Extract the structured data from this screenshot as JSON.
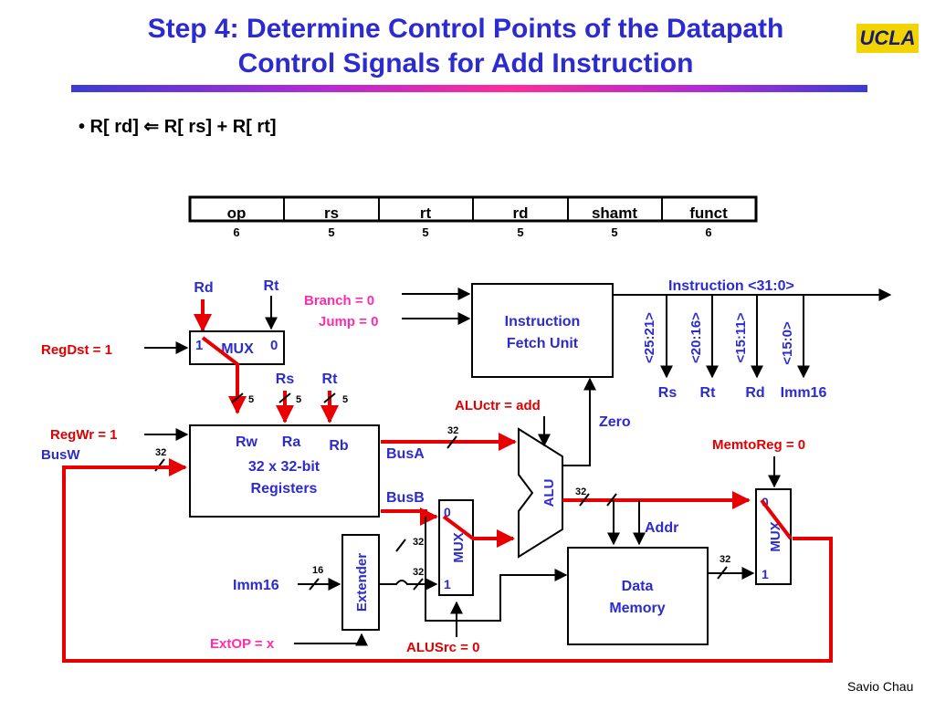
{
  "title_line1": "Step 4: Determine Control Points of the Datapath",
  "title_line2": "Control Signals for Add Instruction",
  "logo_text": "UCLA",
  "bullet": "• R[ rd] ⇐ R[ rs] + R[ rt]",
  "footer": "Savio Chau",
  "format": {
    "fields": [
      "op",
      "rs",
      "rt",
      "rd",
      "shamt",
      "funct"
    ],
    "widths": [
      "6",
      "5",
      "5",
      "5",
      "5",
      "6"
    ]
  },
  "labels": {
    "rd_top": "Rd",
    "rt_top": "Rt",
    "mux1": "MUX",
    "mux1_in1": "1",
    "mux1_in0": "0",
    "regdst": "RegDst = 1",
    "regwr": "RegWr = 1",
    "busw": "BusW",
    "rs_mid": "Rs",
    "rt_mid": "Rt",
    "five_a": "5",
    "five_b": "5",
    "five_c": "5",
    "rw": "Rw",
    "ra": "Ra",
    "rb": "Rb",
    "regfile_l1": "32 x 32-bit",
    "regfile_l2": "Registers",
    "busa": "BusA",
    "busb": "BusB",
    "w32_a": "32",
    "w32_b": "32",
    "w32_c": "32",
    "w32_d": "32",
    "w32_e": "32",
    "w32_f": "32",
    "branch": "Branch = 0",
    "jump": "Jump = 0",
    "ifu_l1": "Instruction",
    "ifu_l2": "Fetch Unit",
    "instruction": "Instruction <31:0>",
    "f1": "<25:21>",
    "f2": "<20:16>",
    "f3": "<15:11>",
    "f4": "<15:0>",
    "o1": "Rs",
    "o2": "Rt",
    "o3": "Rd",
    "o4": "Imm16",
    "aluctr": "ALUctr = add",
    "zero": "Zero",
    "alu": "ALU",
    "mux2": "MUX",
    "mux2_in0": "0",
    "mux2_in1": "1",
    "alusrc": "ALUSrc = 0",
    "imm16": "Imm16",
    "sixteen": "16",
    "extender": "Extender",
    "extop": "ExtOP = x",
    "addr": "Addr",
    "dm_l1": "Data",
    "dm_l2": "Memory",
    "memtoreg": "MemtoReg = 0",
    "mux3": "MUX",
    "mux3_in0": "0",
    "mux3_in1": "1"
  },
  "colors": {
    "title": "#2b2bd0",
    "active_path": "#e80000",
    "control_red": "#e00000",
    "control_pink": "#ff2bb0",
    "field_blue": "#2b2bd0"
  }
}
